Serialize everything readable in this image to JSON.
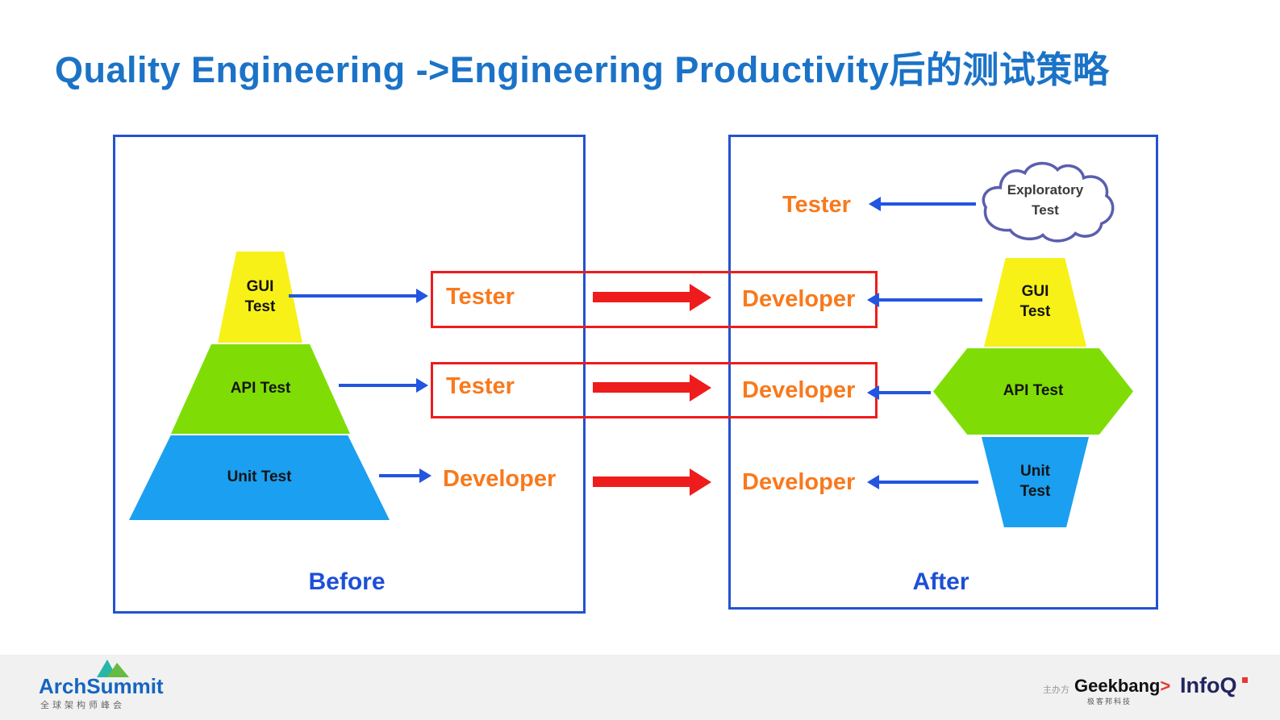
{
  "title": "Quality Engineering ->Engineering Productivity后的测试策略",
  "before": {
    "caption": "Before",
    "gui": "GUI\nTest",
    "api": "API Test",
    "unit": "Unit Test"
  },
  "after": {
    "caption": "After",
    "tester": "Tester",
    "cloud": "Exploratory\nTest",
    "gui": "GUI\nTest",
    "api": "API Test",
    "unit": "Unit\nTest"
  },
  "rows": [
    {
      "left": "Tester",
      "right": "Developer"
    },
    {
      "left": "Tester",
      "right": "Developer"
    },
    {
      "left": "Developer",
      "right": "Developer"
    }
  ],
  "footer": {
    "archsummit": "ArchSummit",
    "archsummit_sub": "全球架构师峰会",
    "host_label": "主办方",
    "geekbang": "Geekbang",
    "geekbang_mark": ">",
    "geekbang_sub": "极客邦科技",
    "infoq": "InfoQ"
  },
  "colors": {
    "title_blue": "#1b73c7",
    "border_blue": "#2452cf",
    "caption_blue": "#1d4fd7",
    "arrow_blue": "#2255e0",
    "red": "#ee1c1c",
    "orange": "#f8791c",
    "yellow": "#f7f118",
    "green": "#7fdd05",
    "unit_blue": "#1b9ff0",
    "cloud_stroke": "#5b5fae",
    "footer_bg": "#f1f1f1",
    "arch_blue": "#1565c0",
    "geek_red": "#e53935",
    "infoq_navy": "#23255f"
  }
}
